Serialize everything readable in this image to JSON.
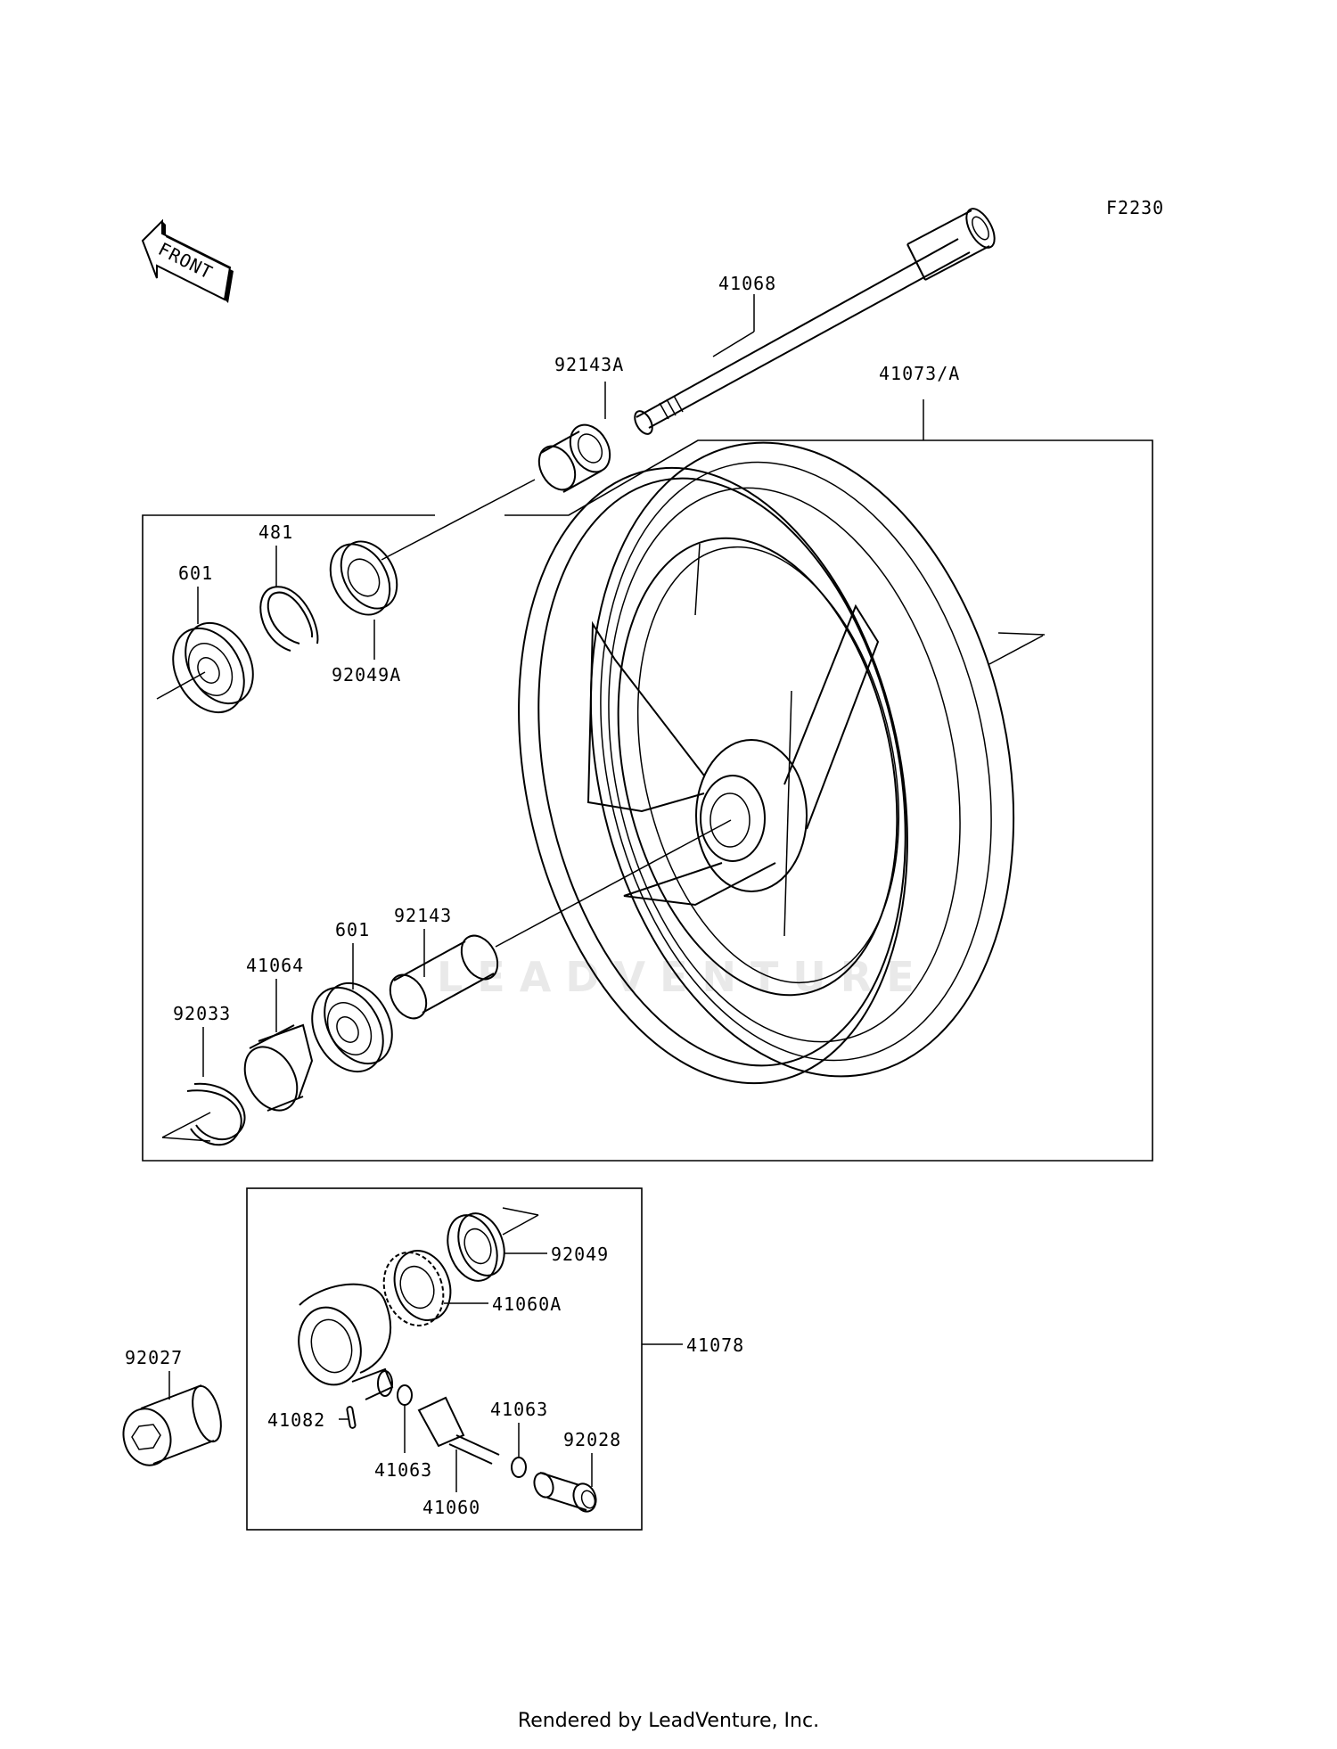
{
  "figure_code": "F2230",
  "front_arrow_label": "FRONT",
  "watermark": "LEADVENTURE",
  "footer": "Rendered by LeadVenture, Inc.",
  "labels": {
    "p41068": "41068",
    "p92143A": "92143A",
    "p41073A": "41073/A",
    "p481": "481",
    "p601_top": "601",
    "p92049A": "92049A",
    "p92143": "92143",
    "p601_bottom": "601",
    "p41064": "41064",
    "p92033": "92033",
    "p92049": "92049",
    "p41060A": "41060A",
    "p41078": "41078",
    "p92027": "92027",
    "p41082": "41082",
    "p41063_a": "41063",
    "p41063_b": "41063",
    "p92028": "92028",
    "p41060": "41060"
  }
}
